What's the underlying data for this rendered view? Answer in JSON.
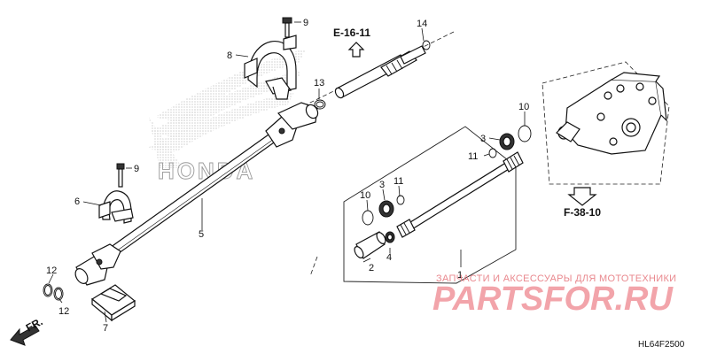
{
  "callouts": [
    {
      "id": "c1",
      "label": "1"
    },
    {
      "id": "c2",
      "label": "2"
    },
    {
      "id": "c3a",
      "label": "3"
    },
    {
      "id": "c3b",
      "label": "3"
    },
    {
      "id": "c4",
      "label": "4"
    },
    {
      "id": "c5",
      "label": "5"
    },
    {
      "id": "c6",
      "label": "6"
    },
    {
      "id": "c7",
      "label": "7"
    },
    {
      "id": "c8",
      "label": "8"
    },
    {
      "id": "c9a",
      "label": "9"
    },
    {
      "id": "c9b",
      "label": "9"
    },
    {
      "id": "c10a",
      "label": "10"
    },
    {
      "id": "c10b",
      "label": "10"
    },
    {
      "id": "c11a",
      "label": "11"
    },
    {
      "id": "c11b",
      "label": "11"
    },
    {
      "id": "c12a",
      "label": "12"
    },
    {
      "id": "c12b",
      "label": "12"
    },
    {
      "id": "c13",
      "label": "13"
    },
    {
      "id": "c14",
      "label": "14"
    }
  ],
  "refs": {
    "top": "E-16-11",
    "bottom": "F-38-10",
    "front": "FR."
  },
  "brand_watermark": "HONDA",
  "watermark": {
    "tagline": "ЗАПЧАСТИ И АКСЕССУАРЫ ДЛЯ МОТОТЕХНИКИ",
    "logo": "PARTSFOR.RU",
    "color": "#e9888e"
  },
  "diagram_code": "HL64F2500"
}
